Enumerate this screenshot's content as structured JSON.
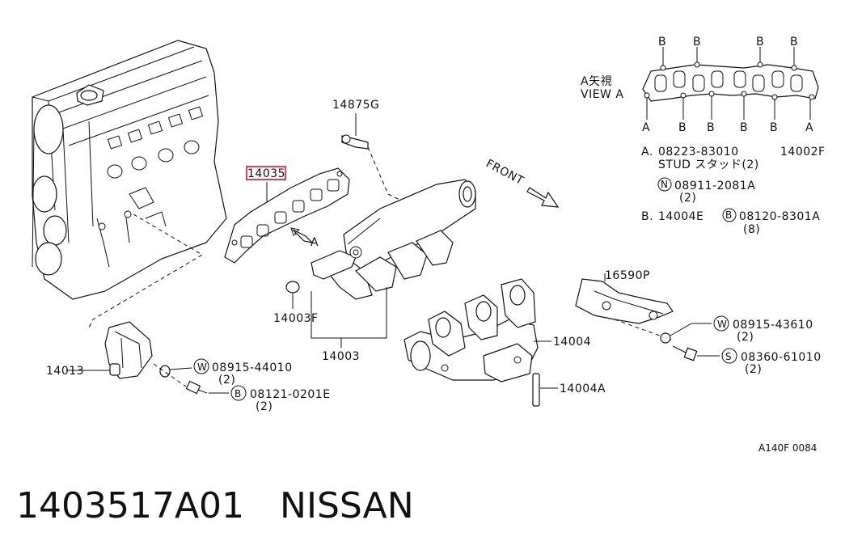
{
  "callouts": {
    "gasket_14035": "14035",
    "sensor_14875g": "14875G",
    "manifold_14003": "14003",
    "plug_14003f": "14003F",
    "heatshield_14013": "14013",
    "exhaust_14004": "14004",
    "stud_14004a": "14004A",
    "cover_16590p": "16590P",
    "view_arrow_a": "A",
    "front": "FRONT"
  },
  "fasteners": {
    "washer_left_symbol": "W",
    "washer_left_code": "08915-44010",
    "washer_left_qty": "(2)",
    "bolt_left_symbol": "B",
    "bolt_left_code": "08121-0201E",
    "bolt_left_qty": "(2)",
    "washer_right_symbol": "W",
    "washer_right_code": "08915-43610",
    "washer_right_qty": "(2)",
    "screw_right_symbol": "S",
    "screw_right_code": "08360-61010",
    "screw_right_qty": "(2)"
  },
  "view_a": {
    "title_jp": "A矢視",
    "title_en": "VIEW A",
    "top_labels": [
      "B",
      "B",
      "B",
      "B"
    ],
    "bottom_labels": [
      "A",
      "B",
      "B",
      "B",
      "B",
      "A"
    ]
  },
  "legend": {
    "row1_key": "A.",
    "row1_code": "08223-83010",
    "row1_part": "14002F",
    "row2_text": "STUD スタッド(2)",
    "row3_symbol": "N",
    "row3_code": "08911-2081A",
    "row3_qty": "(2)",
    "row4_key": "B.",
    "row4_part": "14004E",
    "row4_symbol": "B",
    "row4_code": "08120-8301A",
    "row4_qty": "(8)"
  },
  "diagram_code": "A140F 0084",
  "footer": {
    "part_number": "1403517A01",
    "brand": "NISSAN"
  },
  "colors": {
    "line": "#111111",
    "highlight": "#e0001a",
    "background": "#ffffff"
  }
}
